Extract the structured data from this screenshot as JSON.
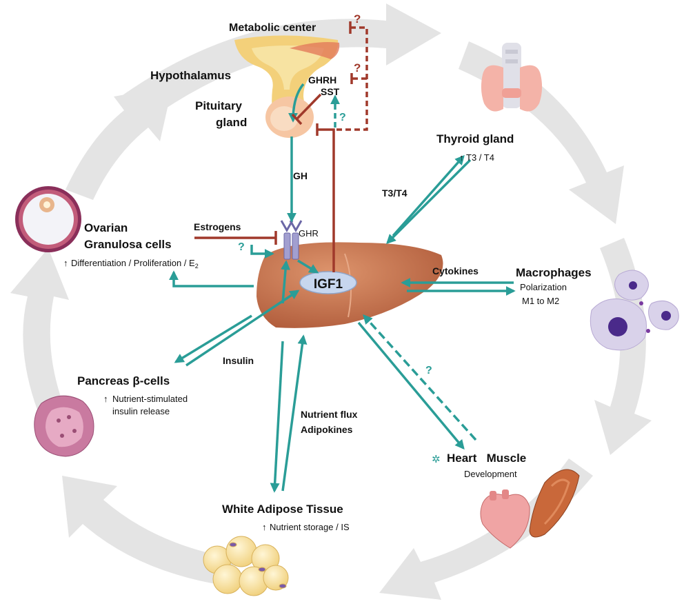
{
  "colors": {
    "teal": "#2a9d97",
    "inhibit_red": "#a0392b",
    "liver": "#c9744e",
    "cycle_arrow": "#e4e4e4",
    "igf1_fill": "#c7d6ee"
  },
  "labels": {
    "metabolic_center": "Metabolic center",
    "hypothalamus": "Hypothalamus",
    "pituitary_1": "Pituitary",
    "pituitary_2": "gland",
    "ghrh": "GHRH",
    "sst": "SST",
    "gh": "GH",
    "ghr": "GHR",
    "igf1": "IGF1",
    "estrogens": "Estrogens",
    "thyroid_title": "Thyroid gland",
    "thyroid_effect": "T3 / T4",
    "t3t4": "T3/T4",
    "ovarian_1": "Ovarian",
    "ovarian_2": "Granulosa cells",
    "ovarian_effect": "Differentiation / Proliferation / E",
    "ovarian_sub": "2",
    "cytokines": "Cytokines",
    "macrophages_title": "Macrophages",
    "macrophages_effect_1": "Polarization",
    "macrophages_effect_2": "M1 to M2",
    "insulin": "Insulin",
    "pancreas_title": "Pancreas β-cells",
    "pancreas_effect_1": "Nutrient-stimulated",
    "pancreas_effect_2": "insulin release",
    "nutrient_flux_1": "Nutrient flux",
    "nutrient_flux_2": "Adipokines",
    "heart_muscle": "Heart   Muscle",
    "heart_asterisk": "✲",
    "development": "Development",
    "wat_title": "White Adipose Tissue",
    "wat_effect": "Nutrient storage / IS",
    "question_mark": "?"
  }
}
